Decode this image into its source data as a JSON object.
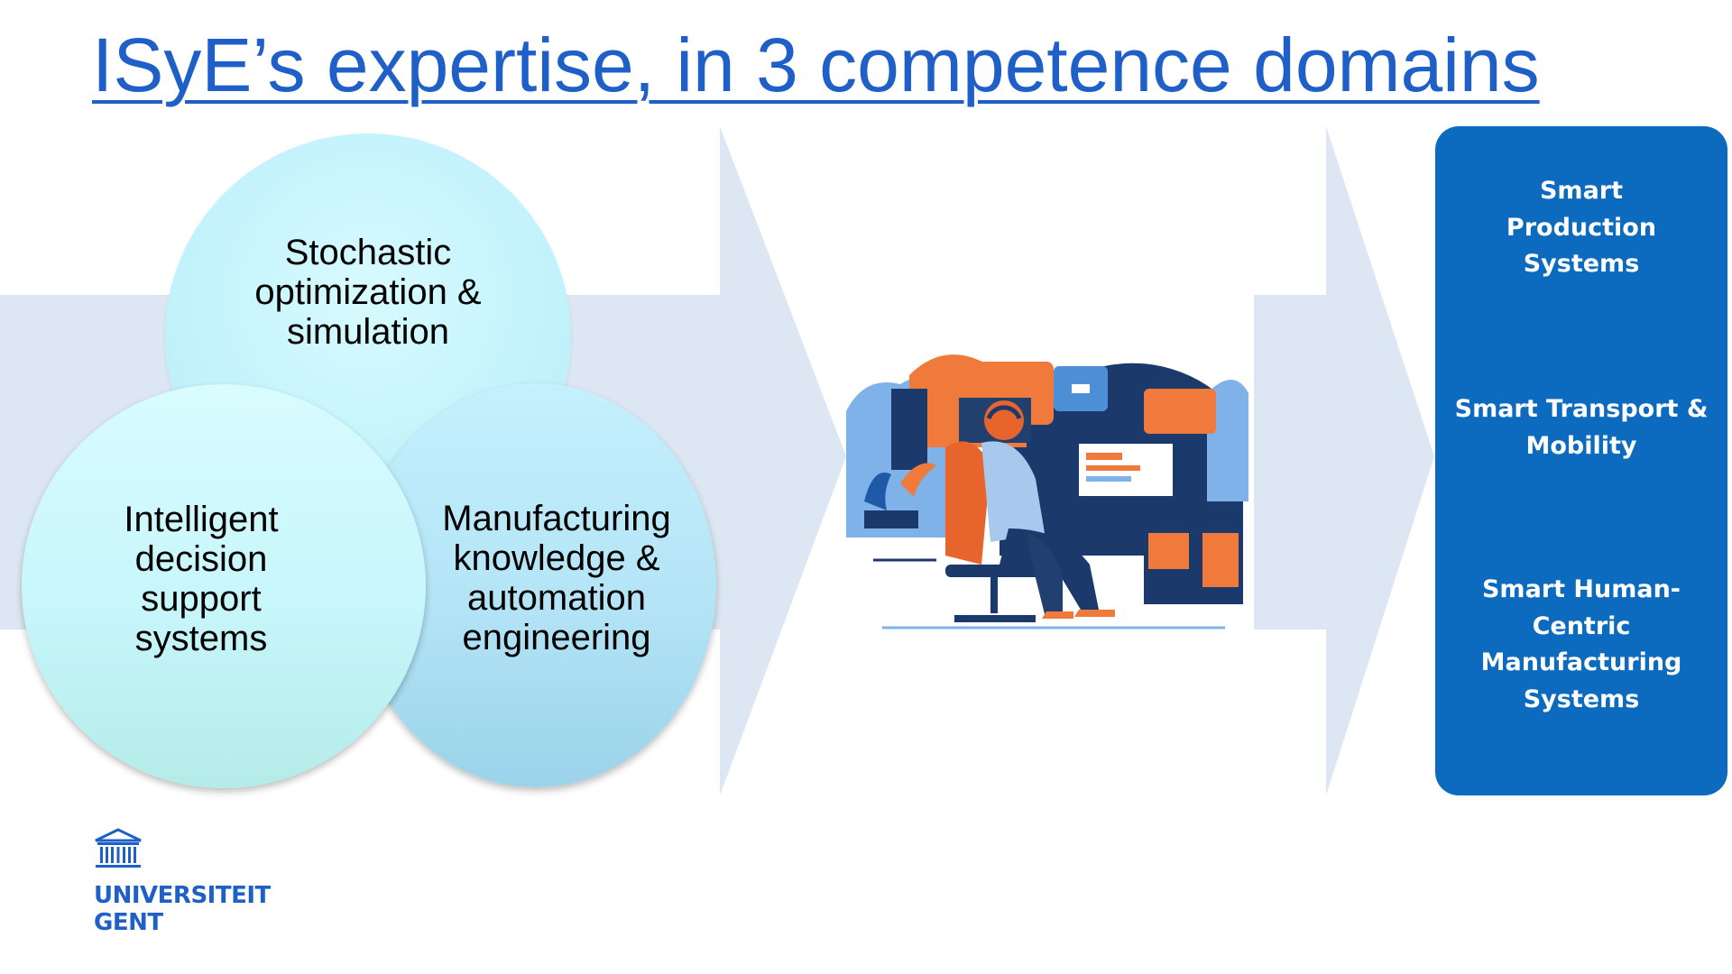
{
  "slide": {
    "title": "ISyE’s expertise, in 3 competence domains"
  },
  "competences": {
    "top": "Stochastic optimization & simulation",
    "left": "Intelligent decision support systems",
    "right": "Manufacturing knowledge & automation engineering"
  },
  "domains": [
    "Smart Production Systems",
    "Smart Transport & Mobility",
    "Smart Human-Centric Manufacturing Systems"
  ],
  "logo": {
    "text": "UNIVERSITEIT GENT"
  },
  "colors": {
    "title": "#1f5fc8",
    "arrow": "#dce7f3",
    "domain_box": "#0d6bbf",
    "accent_orange": "#f07a3c",
    "navy": "#1b3a6b"
  }
}
